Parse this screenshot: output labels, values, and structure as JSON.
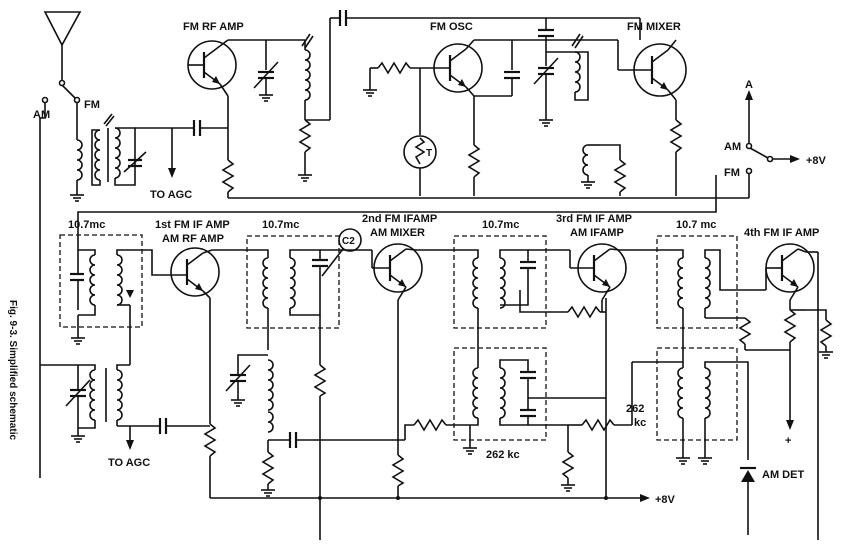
{
  "figure": {
    "caption": "Fig. 9-3. Simplified schematic"
  },
  "labels": {
    "fm_rf_amp": "FM RF AMP",
    "fm_osc": "FM OSC",
    "fm_mixer": "FM MIXER",
    "switch_am": "AM",
    "switch_fm": "FM",
    "to_agc_top": "TO AGC",
    "to_agc_bottom": "TO AGC",
    "point_a": "A",
    "sel_am": "AM",
    "sel_fm": "FM",
    "plus_8v_top": "+8V",
    "plus_8v_bottom": "+8V",
    "thermistor_t": "T",
    "if1_freq": "10.7mc",
    "if1_stage": "1st FM IF AMP",
    "if1_stage_sub": "AM RF AMP",
    "if2_freq": "10.7mc",
    "c2": "C2",
    "if2_stage": "2nd FM IFAMP",
    "if2_stage_sub": "AM MIXER",
    "if3_freq": "10.7mc",
    "if3_stage": "3rd FM IF AMP",
    "if3_stage_sub": "AM IFAMP",
    "if4_freq": "10.7 mc",
    "if4_stage": "4th FM IF AMP",
    "kc262_a": "262 kc",
    "kc262_b_top": "262",
    "kc262_b_bottom": "kc",
    "am_det": "AM DET",
    "plus_out": "+"
  }
}
